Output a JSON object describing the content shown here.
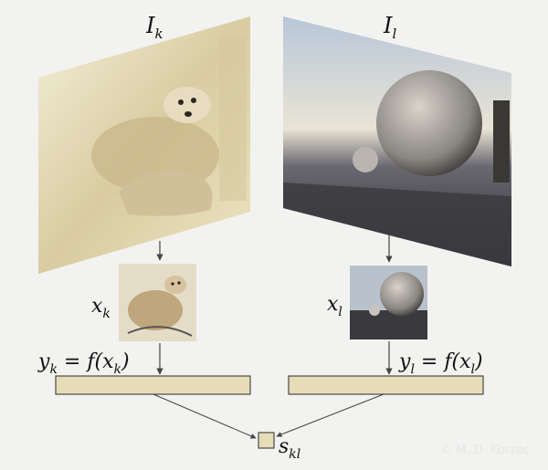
{
  "left": {
    "image_label_main": "I",
    "image_label_sub": "k",
    "crop_label_main": "x",
    "crop_label_sub": "k",
    "embedding_lhs_main": "y",
    "embedding_lhs_sub": "k",
    "embedding_eq": " = f(x",
    "embedding_arg_sub": "k",
    "embedding_close": ")"
  },
  "right": {
    "image_label_main": "I",
    "image_label_sub": "l",
    "crop_label_main": "x",
    "crop_label_sub": "l",
    "embedding_lhs_main": "y",
    "embedding_lhs_sub": "l",
    "embedding_eq": " = f(x",
    "embedding_arg_sub": "l",
    "embedding_close": ")"
  },
  "similarity": {
    "label_main": "s",
    "label_sub": "kl"
  },
  "copyright": "© M. D. Korzec",
  "colors": {
    "background": "#f2f2f0",
    "embedding_fill": "#e6dcb8",
    "embedding_stroke": "#4a4a4a",
    "arrow": "#444444"
  }
}
